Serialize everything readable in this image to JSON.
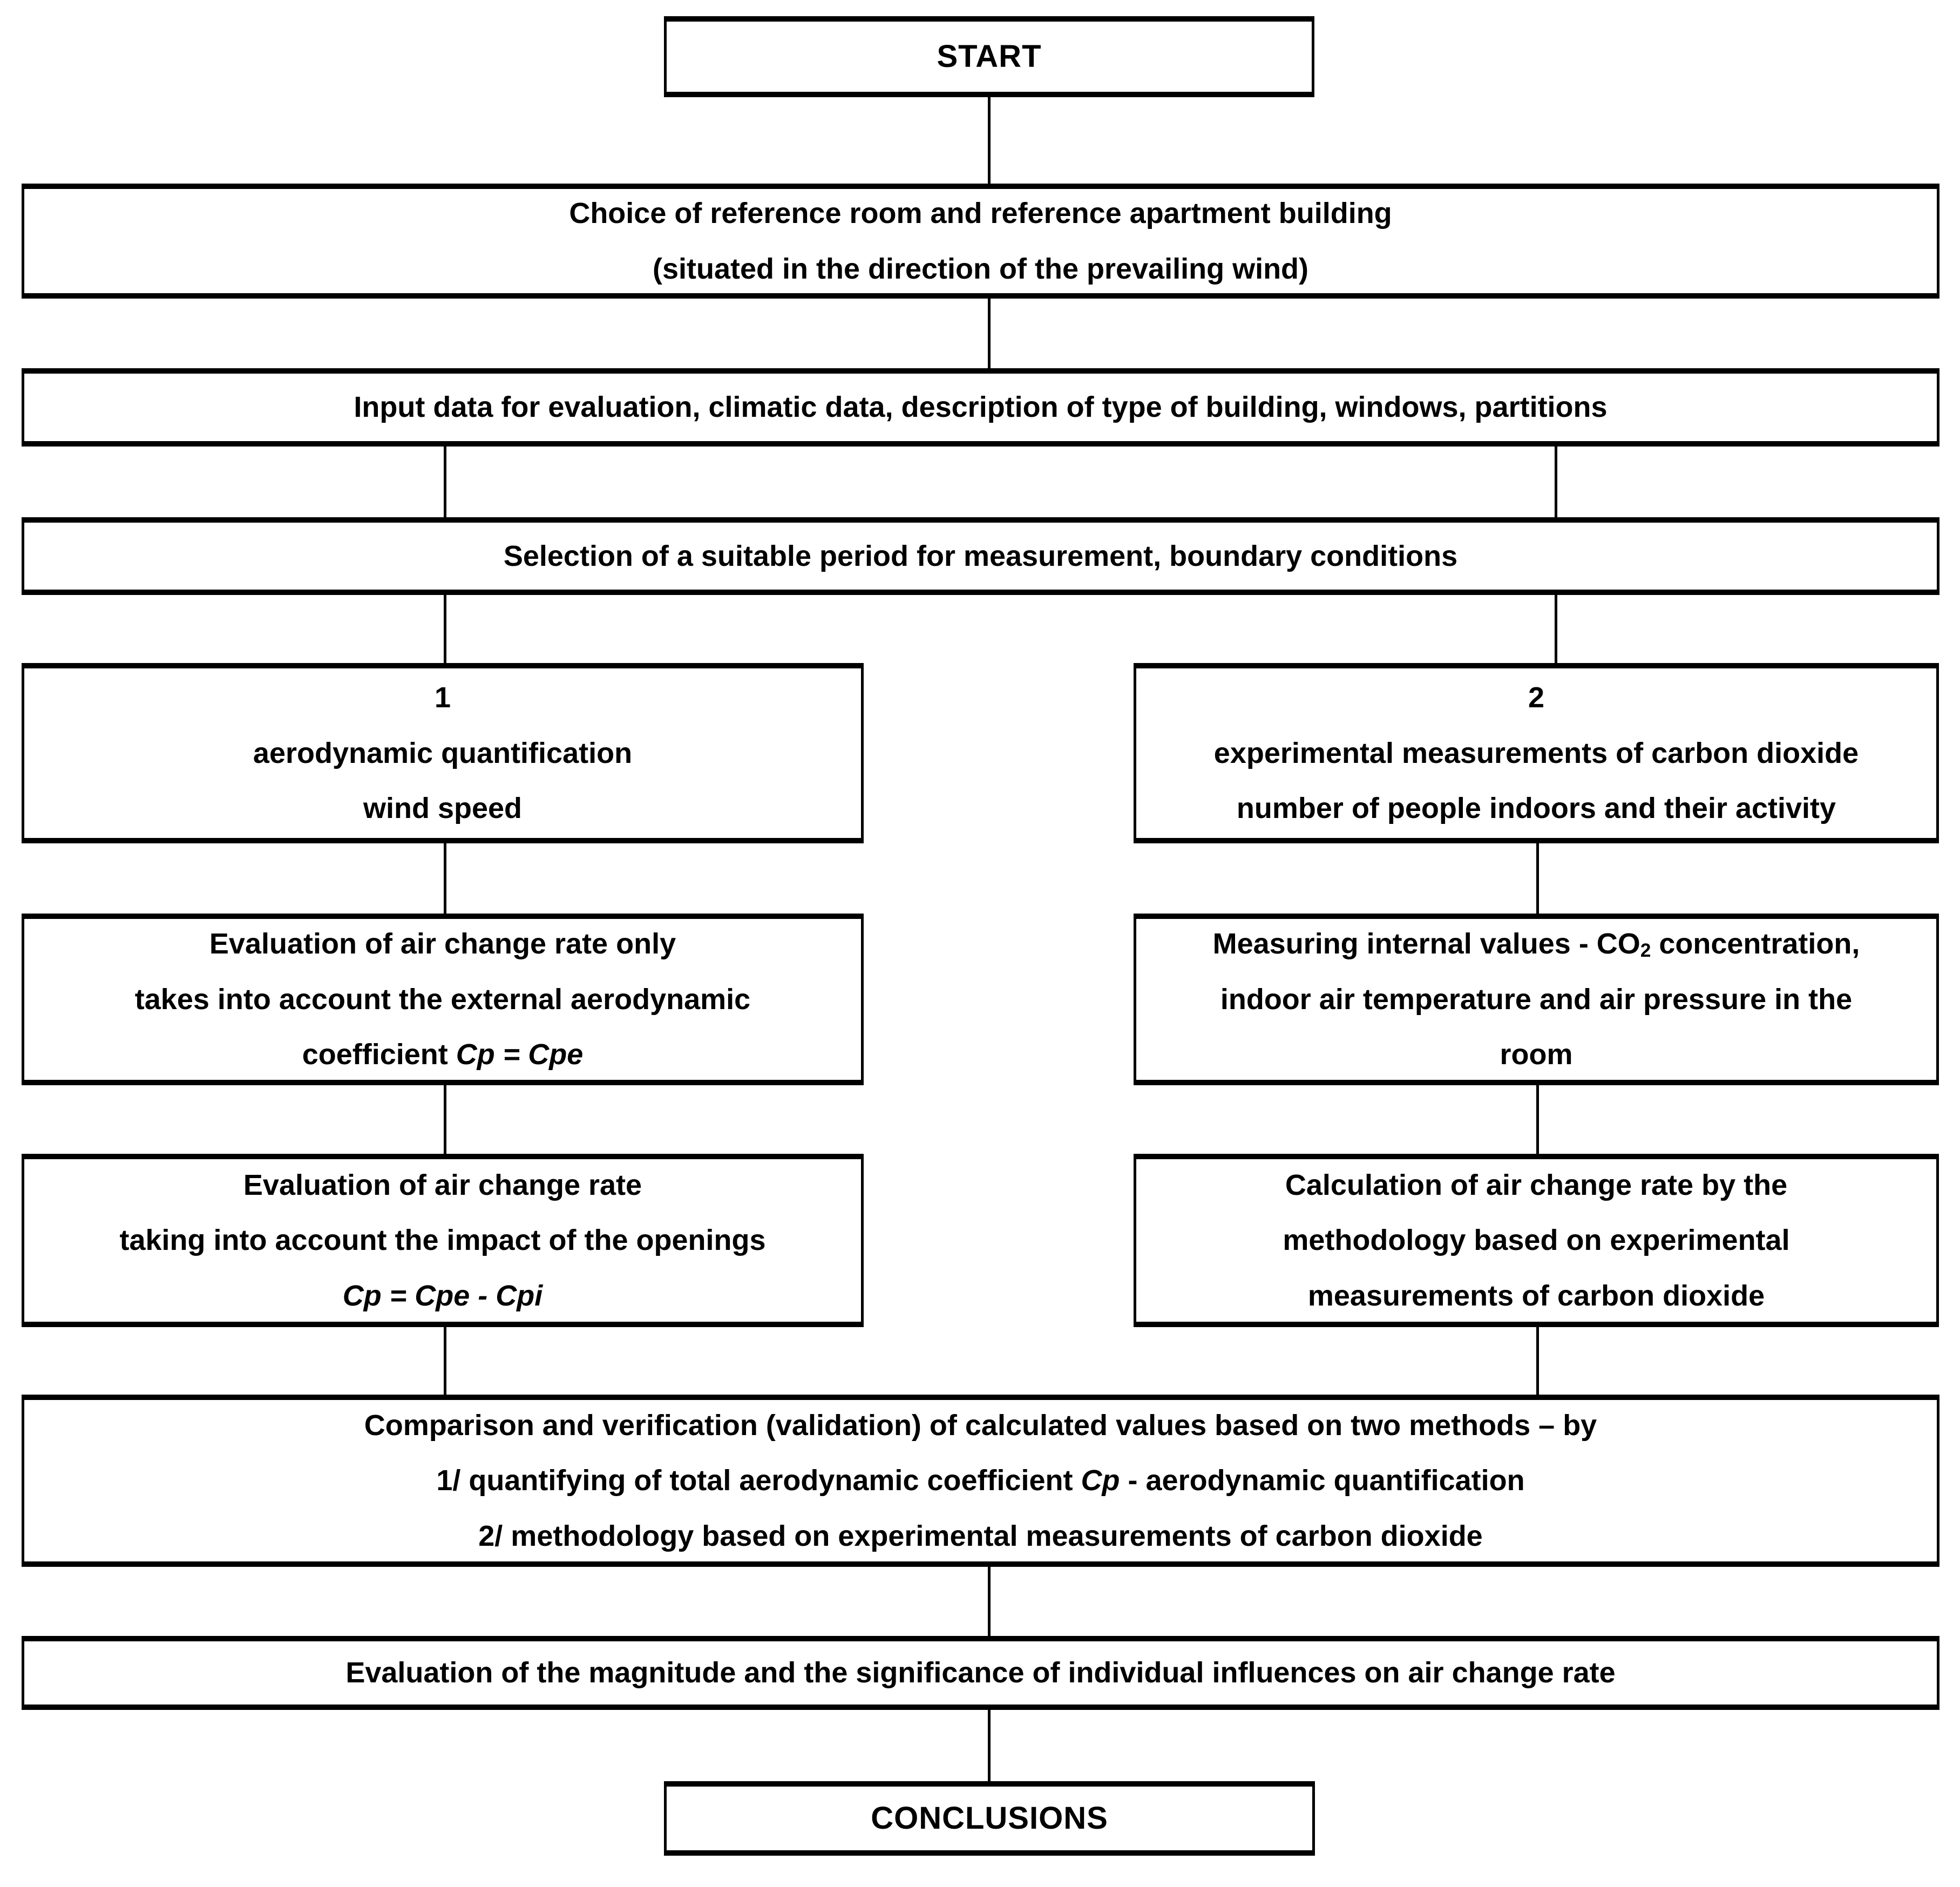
{
  "diagram_type": "flowchart",
  "colors": {
    "border": "#000000",
    "background": "#ffffff",
    "text": "#000000"
  },
  "nodes": {
    "start": {
      "label": "START"
    },
    "choice": {
      "lines": [
        "Choice of reference room and reference apartment building",
        "(situated in the direction of the prevailing wind)"
      ]
    },
    "input": {
      "lines": [
        "Input data for evaluation, climatic data, description of type of building, windows, partitions"
      ]
    },
    "selection": {
      "lines": [
        "Selection of a suitable period for measurement, boundary conditions"
      ]
    },
    "branch1": {
      "lines": [
        "1",
        "aerodynamic quantification",
        "wind speed"
      ]
    },
    "branch2": {
      "lines": [
        "2",
        "experimental measurements of carbon dioxide",
        "number of people indoors and their activity"
      ]
    },
    "eval_external": {
      "lines": [
        "Evaluation of air change rate only",
        "takes into account the external aerodynamic"
      ],
      "formula_prefix": "coefficient ",
      "formula": "Cp = Cpe"
    },
    "measuring": {
      "line1_prefix": "Measuring internal values - CO",
      "line1_sub": "2",
      "line1_suffix": " concentration,",
      "lines": [
        "indoor air temperature and air pressure in the",
        "room"
      ]
    },
    "eval_openings": {
      "lines": [
        "Evaluation of air change rate",
        "taking into account the impact of the openings"
      ],
      "formula": "Cp = Cpe - Cpi"
    },
    "calculation": {
      "lines": [
        "Calculation of air change rate by the",
        "methodology based on experimental",
        "measurements of carbon dioxide"
      ]
    },
    "comparison": {
      "line1": "Comparison and verification (validation) of calculated values based on two methods – by",
      "line2_prefix": "1/ quantifying of total aerodynamic coefficient ",
      "line2_formula": "Cp",
      "line2_suffix": " - aerodynamic quantification",
      "line3": "2/ methodology based on experimental measurements of carbon dioxide"
    },
    "magnitude": {
      "lines": [
        "Evaluation of the magnitude and the significance of individual influences on air change rate"
      ]
    },
    "conclusions": {
      "label": "CONCLUSIONS"
    }
  }
}
